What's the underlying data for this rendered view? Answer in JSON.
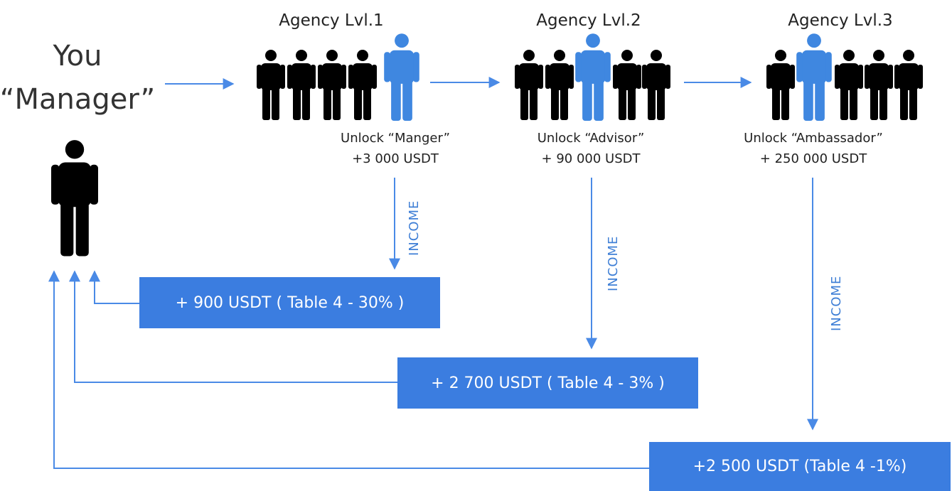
{
  "you": {
    "line1": "You",
    "line2": "“Manager”"
  },
  "levels": [
    {
      "title": "Agency Lvl.1",
      "unlock": "Unlock “Manger”",
      "amount": "+3 000 USDT",
      "income_label": "INCOME",
      "payout": "+ 900 USDT ( Table 4 - 30% )"
    },
    {
      "title": "Agency Lvl.2",
      "unlock": "Unlock “Advisor”",
      "amount": "+ 90 000 USDT",
      "income_label": "INCOME",
      "payout": "+ 2 700 USDT ( Table 4 - 3% )"
    },
    {
      "title": "Agency Lvl.3",
      "unlock": "Unlock “Ambassador”",
      "amount": "+ 250 000 USDT",
      "income_label": "INCOME",
      "payout": "+2 500 USDT (Table 4 -1%)"
    }
  ],
  "colors": {
    "accent": "#3b7de0",
    "arrow": "#4a8ae6",
    "person_dark": "#000000",
    "person_highlight": "#3f87e0"
  }
}
